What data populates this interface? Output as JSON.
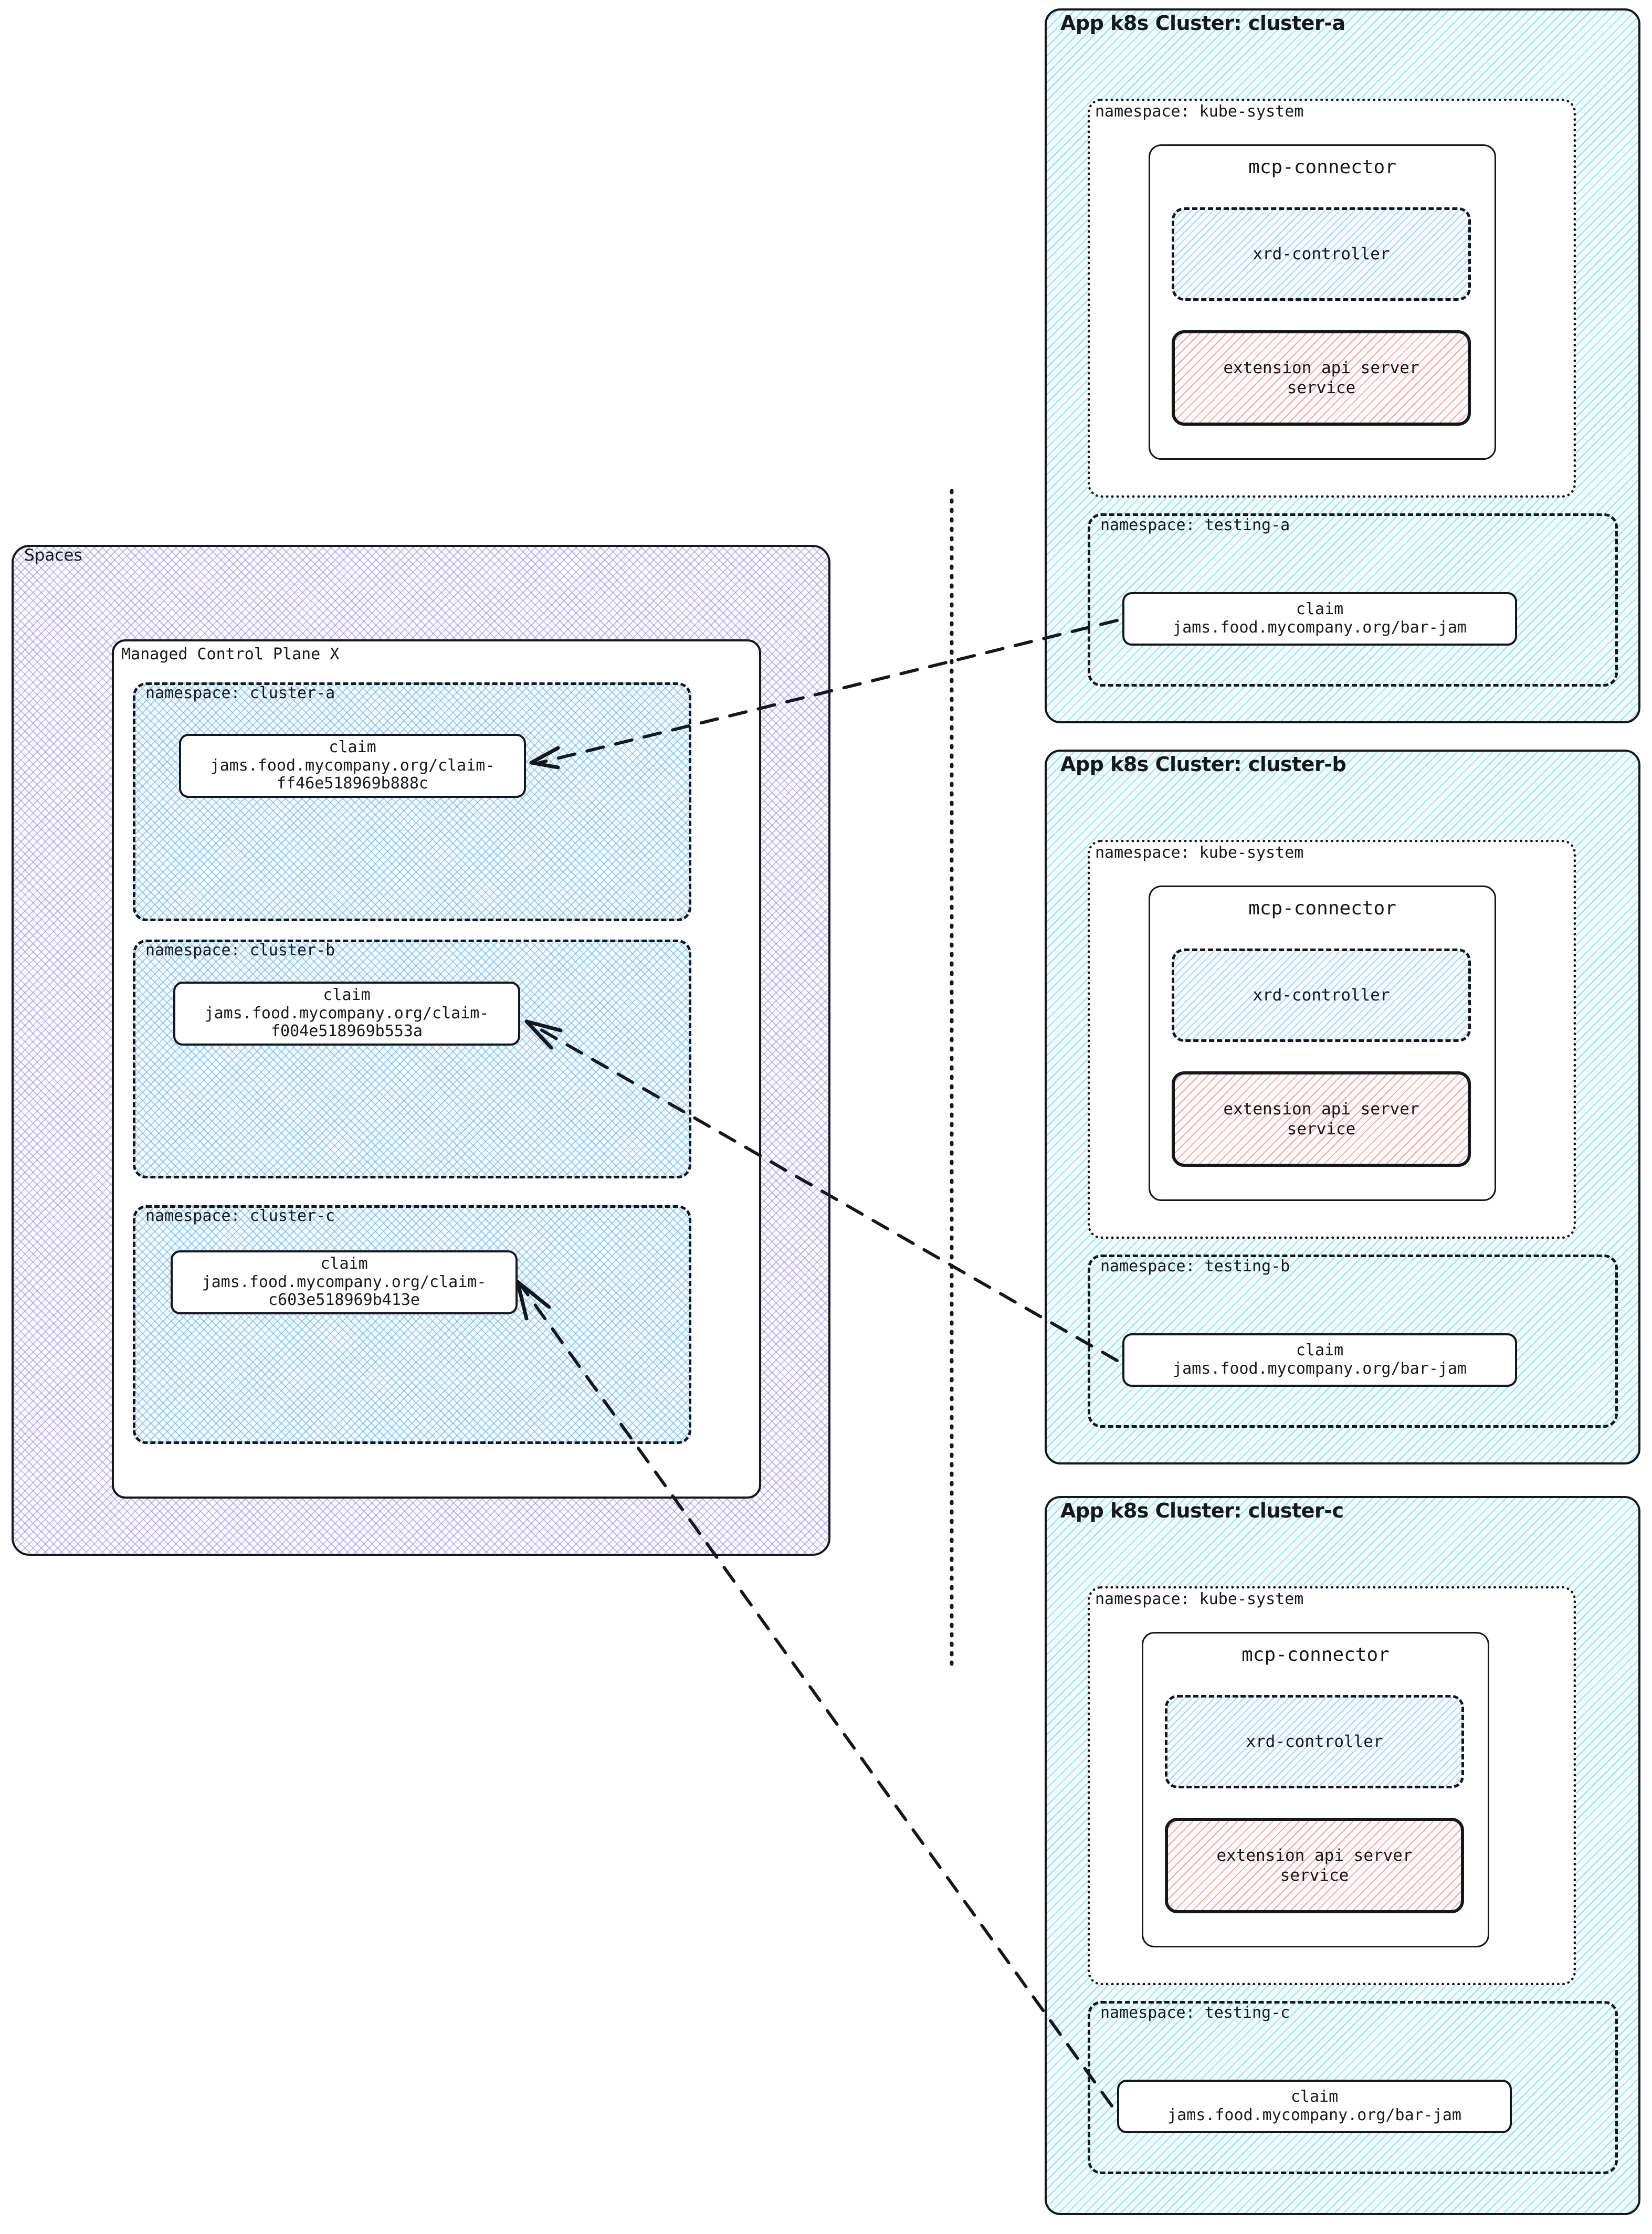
{
  "spaces": {
    "title": "Spaces",
    "control_plane": {
      "title": "Managed Control Plane X",
      "namespaces": [
        {
          "label": "namespace: cluster-a",
          "claim": {
            "kind": "claim",
            "ref": "jams.food.mycompany.org/claim-ff46e518969b888c"
          }
        },
        {
          "label": "namespace: cluster-b",
          "claim": {
            "kind": "claim",
            "ref": "jams.food.mycompany.org/claim-f004e518969b553a"
          }
        },
        {
          "label": "namespace: cluster-c",
          "claim": {
            "kind": "claim",
            "ref": "jams.food.mycompany.org/claim-c603e518969b413e"
          }
        }
      ]
    }
  },
  "clusters": [
    {
      "title": "App k8s Cluster: cluster-a",
      "kube_system": {
        "label": "namespace: kube-system",
        "connector": {
          "title": "mcp-connector",
          "xrd_controller": "xrd-controller",
          "extension_api": "extension api server\nservice",
          "extension_api_l1": "extension api server",
          "extension_api_l2": "service"
        }
      },
      "testing": {
        "label": "namespace: testing-a",
        "claim": {
          "kind": "claim",
          "ref": "jams.food.mycompany.org/bar-jam"
        }
      }
    },
    {
      "title": "App k8s Cluster: cluster-b",
      "kube_system": {
        "label": "namespace: kube-system",
        "connector": {
          "title": "mcp-connector",
          "xrd_controller": "xrd-controller",
          "extension_api_l1": "extension api server",
          "extension_api_l2": "service"
        }
      },
      "testing": {
        "label": "namespace: testing-b",
        "claim": {
          "kind": "claim",
          "ref": "jams.food.mycompany.org/bar-jam"
        }
      }
    },
    {
      "title": "App k8s Cluster: cluster-c",
      "kube_system": {
        "label": "namespace: kube-system",
        "connector": {
          "title": "mcp-connector",
          "xrd_controller": "xrd-controller",
          "extension_api_l1": "extension api server",
          "extension_api_l2": "service"
        }
      },
      "testing": {
        "label": "namespace: testing-c",
        "claim": {
          "kind": "claim",
          "ref": "jams.food.mycompany.org/bar-jam"
        }
      }
    }
  ],
  "colors": {
    "stroke": "#14181c",
    "spaces_hatch": "#968ce1",
    "namespace_hatch": "#6eb4e6",
    "cluster_hatch": "#5ac8d7",
    "extension_hatch": "#ee8282",
    "page_background": "#ffffff"
  }
}
